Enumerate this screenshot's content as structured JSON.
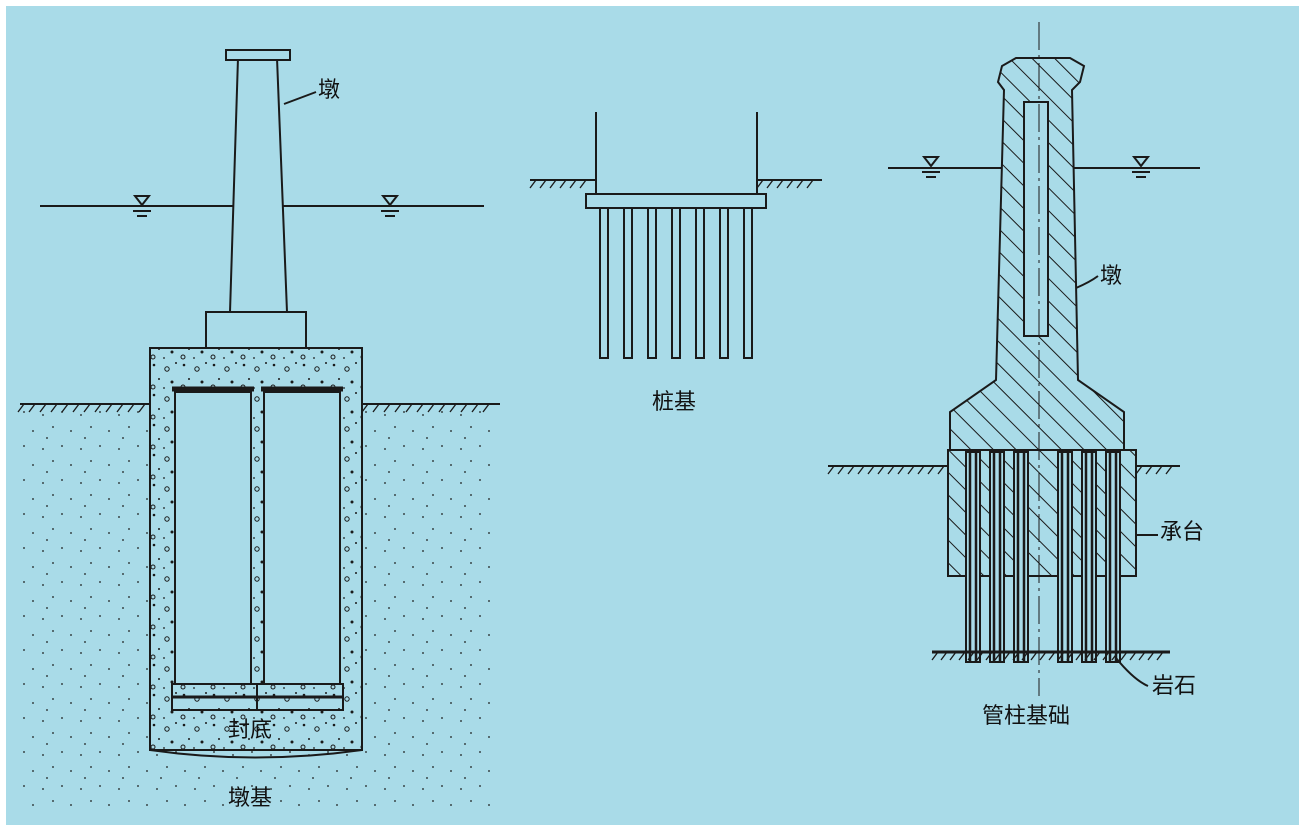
{
  "diagram": {
    "colors": {
      "background": "#a9dbe8",
      "ink": "#1a1a1a",
      "border": "#ffffff"
    },
    "labels": {
      "pier_left": "墩",
      "seal_bottom": "封底",
      "pier_foundation": "墩基",
      "pile_foundation": "桩基",
      "pier_right": "墩",
      "pile_cap": "承台",
      "bedrock": "岩石",
      "tubular_column_foundation": "管柱基础"
    }
  }
}
